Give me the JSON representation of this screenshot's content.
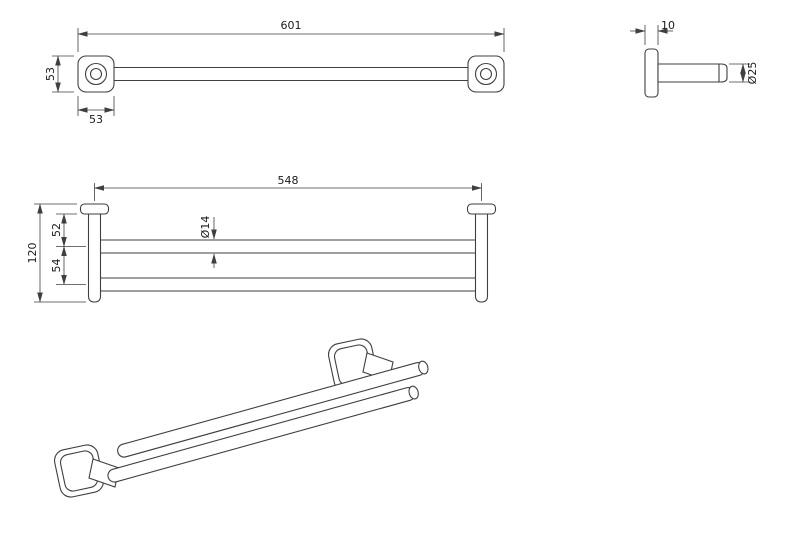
{
  "meta": {
    "background_color": "#ffffff",
    "line_color": "#3f3f3f"
  },
  "dimensions": {
    "front_view": {
      "overall_width": "601",
      "bracket_height": "53",
      "bracket_width": "53"
    },
    "side_view": {
      "plate_depth": "10",
      "post_diameter": "Ø25"
    },
    "plan_view": {
      "rail_span": "548",
      "wall_to_first_rail": "52",
      "rail_spacing": "54",
      "overall_projection": "120",
      "rail_diameter": "Ø14"
    }
  }
}
